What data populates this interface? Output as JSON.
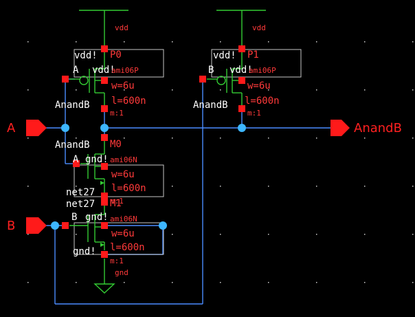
{
  "colors": {
    "background": "#000000",
    "wire": "#4a8cff",
    "device": "#33cc33",
    "pin": "#ff1a1a",
    "connection_dot": "#3db6ff",
    "label_white": "#ffffff",
    "label_red": "#ff3a3a"
  },
  "supply": {
    "vdd_left": "vdd",
    "vdd_right": "vdd",
    "gnd": "gnd"
  },
  "ports": {
    "in_a": "A",
    "in_b": "B",
    "out": "AnandB"
  },
  "p0": {
    "name": "P0",
    "model": "ami06P",
    "w": "w=6u",
    "l": "l=600n",
    "m": "m:1",
    "term_top": "vdd!",
    "term_gate": "A",
    "term_body": "vdd!",
    "term_bottom": "AnandB"
  },
  "p1": {
    "name": "P1",
    "model": "ami06P",
    "w": "w=6u",
    "l": "l=600n",
    "m": "m:1",
    "term_top": "vdd!",
    "term_gate": "B",
    "term_body": "vdd!",
    "term_bottom": "AnandB"
  },
  "m0": {
    "name": "M0",
    "model": "ami06N",
    "w": "w=6u",
    "l": "l=600n",
    "m": "m:1",
    "term_top": "AnandB",
    "term_gate": "A",
    "term_body": "gnd!",
    "term_bottom": "net27"
  },
  "m1": {
    "name": "M1",
    "model": "ami06N",
    "w": "w=6u",
    "l": "l=600n",
    "m": "m:1",
    "term_top": "net27",
    "term_gate": "B",
    "term_body": "gnd!",
    "term_bottom": "gnd!"
  }
}
